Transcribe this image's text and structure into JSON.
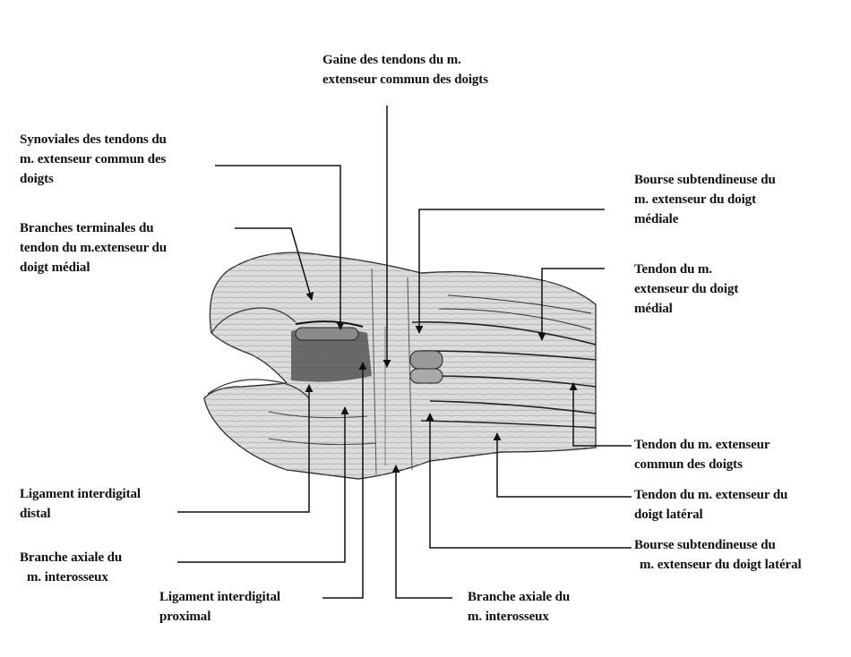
{
  "labels": {
    "gaine": [
      "Gaine des tendons du m.",
      "extenseur commun des doigts"
    ],
    "synoviales": [
      "Synoviales des tendons du",
      "m. extenseur commun des",
      "doigts"
    ],
    "branches_terminales": [
      "Branches terminales du",
      "tendon du m.extenseur du",
      "doigt médial"
    ],
    "bourse_mediale": [
      "Bourse subtendineuse du",
      "m. extenseur du doigt",
      "médiale"
    ],
    "tendon_medial": [
      "Tendon du m.",
      "extenseur du doigt",
      "médial"
    ],
    "tendon_commun": [
      "Tendon du m. extenseur",
      "commun des doigts"
    ],
    "tendon_lateral": [
      "Tendon du m. extenseur du",
      "doigt latéral"
    ],
    "bourse_laterale": [
      "Bourse subtendineuse du",
      "m. extenseur du doigt latéral"
    ],
    "lig_distal": [
      "Ligament interdigital",
      "distal"
    ],
    "branche_axiale_left": [
      "Branche axiale du",
      "m. interosseux"
    ],
    "lig_proximal": [
      "Ligament interdigital",
      "proximal"
    ],
    "branche_axiale_bottom": [
      "Branche axiale du",
      "m. interosseux"
    ]
  },
  "colors": {
    "ink": "#111111",
    "tissue": "#d9d9d9",
    "tissue_dark": "#8f8f8f",
    "background": "#ffffff"
  }
}
